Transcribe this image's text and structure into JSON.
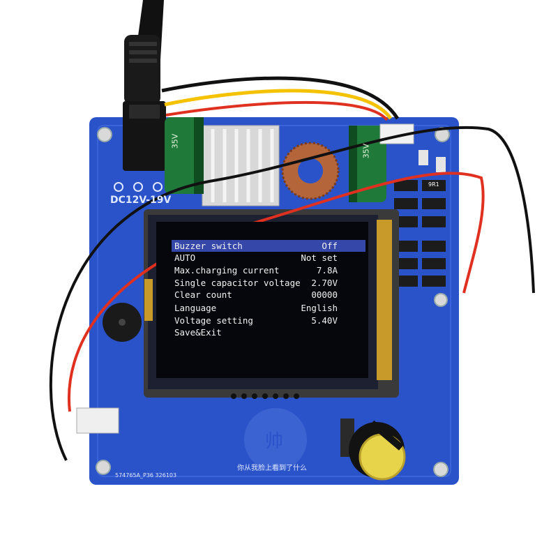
{
  "board": {
    "power_label": "DC12V-19V",
    "pcb_code": "574765A_P36 326103",
    "chinese_text": "你从我脸上看到了什么",
    "logo_char": "帅",
    "capacitor_left": "35V",
    "capacitor_right": "35V",
    "resistor_code": "9R1"
  },
  "lcd": {
    "colors": {
      "selected_bg": "#3547a8",
      "text": "#f2f2f2",
      "screen_bg": "#05070c"
    },
    "menu": [
      {
        "label": "Buzzer switch",
        "value": "Off",
        "selected": true
      },
      {
        "label": "AUTO",
        "value": "Not set"
      },
      {
        "label": "Max.charging current",
        "value": "7.8A"
      },
      {
        "label": "Single capacitor voltage",
        "value": "2.70V"
      },
      {
        "label": "Clear count",
        "value": "00000"
      },
      {
        "label": "Language",
        "value": "English"
      },
      {
        "label": "Voltage setting",
        "value": "5.40V"
      },
      {
        "label": "Save&Exit",
        "value": ""
      }
    ]
  }
}
